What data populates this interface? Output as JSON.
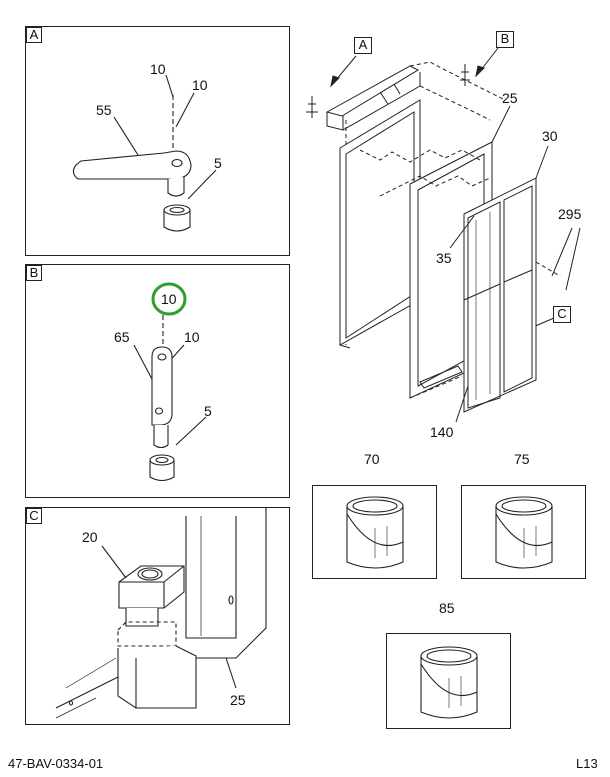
{
  "panel_a": {
    "tag": "A",
    "labels": {
      "shaft_top": "10",
      "shaft_right": "10",
      "arm": "55",
      "bushing": "5"
    }
  },
  "panel_b": {
    "tag": "B",
    "labels": {
      "circled": "10",
      "arm": "65",
      "shaft": "10",
      "bushing": "5"
    }
  },
  "panel_c": {
    "tag": "C",
    "labels": {
      "block": "20",
      "post": "25"
    }
  },
  "main": {
    "callout_a": "A",
    "callout_b": "B",
    "callout_c": "C",
    "labels": {
      "frame": "25",
      "door": "30",
      "hinge": "35",
      "seal": "295",
      "panel": "140"
    }
  },
  "paint": [
    {
      "label": "70"
    },
    {
      "label": "75"
    },
    {
      "label": "85"
    }
  ],
  "footer": {
    "doc_id": "47-BAV-0334-01",
    "page": "L13"
  },
  "colors": {
    "highlight": "#2ca02c",
    "ink": "#222222"
  }
}
